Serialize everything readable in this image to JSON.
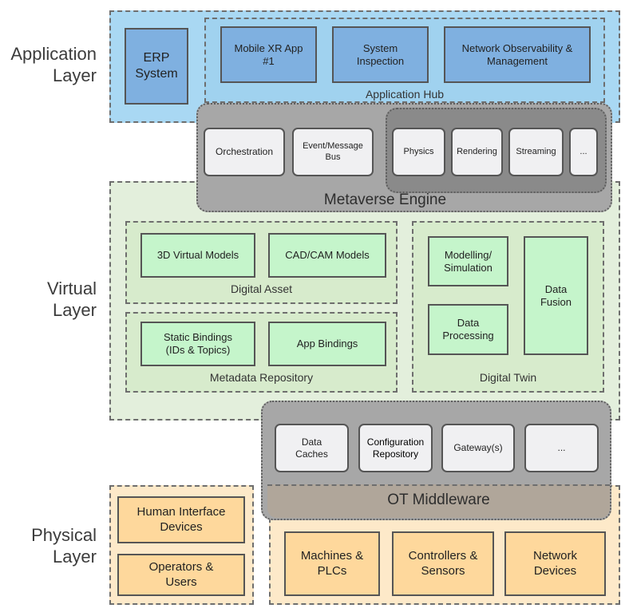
{
  "layers": {
    "application": "Application\nLayer",
    "virtual": "Virtual\nLayer",
    "physical": "Physical\nLayer"
  },
  "application_layer": {
    "erp": "ERP\nSystem",
    "hub_label": "Application Hub",
    "apps": [
      "Mobile XR App\n#1",
      "System\nInspection",
      "Network Observability &\nManagement"
    ]
  },
  "metaverse_engine": {
    "title": "Metaverse Engine",
    "modules": [
      "Orchestration",
      "Event/Message\nBus"
    ],
    "sub_modules": [
      "Physics",
      "Rendering",
      "Streaming",
      "..."
    ]
  },
  "virtual_layer": {
    "digital_asset": {
      "label": "Digital Asset",
      "items": [
        "3D Virtual Models",
        "CAD/CAM Models"
      ]
    },
    "metadata_repository": {
      "label": "Metadata Repository",
      "items": [
        "Static Bindings\n(IDs & Topics)",
        "App Bindings"
      ]
    },
    "digital_twin": {
      "label": "Digital Twin",
      "items": [
        "Modelling/\nSimulation",
        "Data\nProcessing",
        "Data\nFusion"
      ]
    }
  },
  "ot_middleware": {
    "title": "OT Middleware",
    "items": [
      "Data\nCaches",
      "Configuration\nRepository",
      "Gateway(s)",
      "..."
    ]
  },
  "physical_layer": {
    "left_items": [
      "Human Interface\nDevices",
      "Operators &\nUsers"
    ],
    "right_items": [
      "Machines &\nPLCs",
      "Controllers &\nSensors",
      "Network\nDevices"
    ]
  },
  "colors": {
    "application_bg": "#a9d8f3",
    "virtual_bg": "#e3efdc",
    "physical_bg": "#fde9c9",
    "engine_bg": "#a7a7a7",
    "engine_inner_bg": "#8a8a8a",
    "middleware_bg": "#a7a7a7",
    "middleware_band": "#b0a69a"
  }
}
